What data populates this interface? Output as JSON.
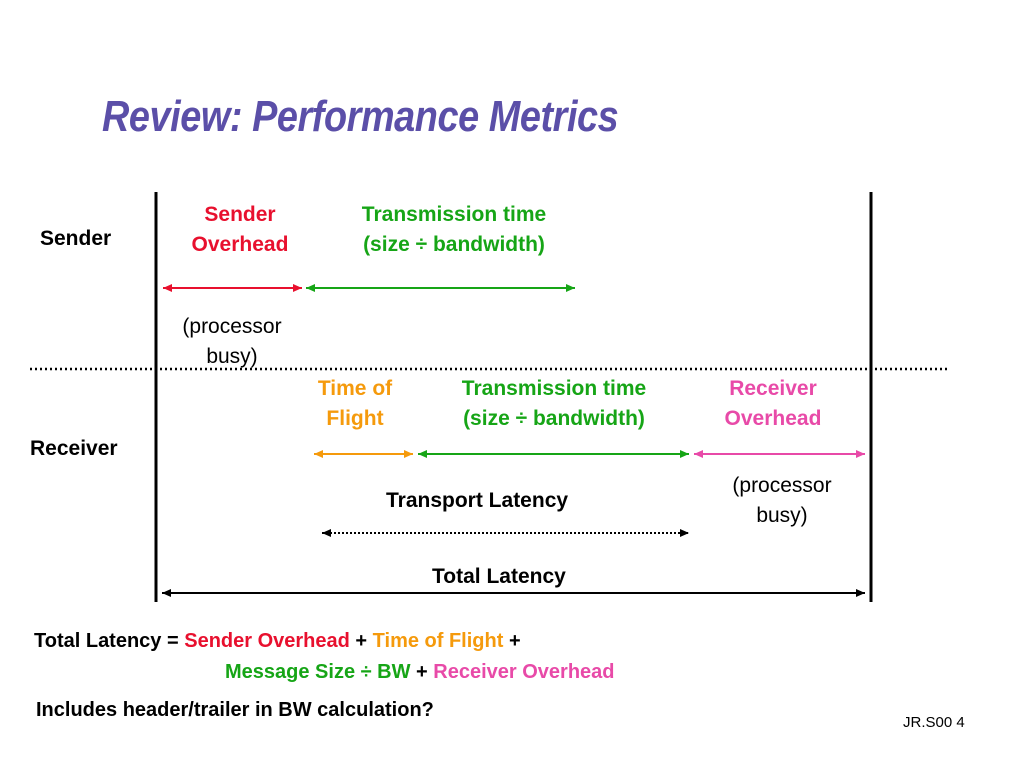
{
  "title": "Review: Performance Metrics",
  "rows": {
    "sender": "Sender",
    "receiver": "Receiver"
  },
  "sender_overhead": {
    "line1": "Sender",
    "line2": "Overhead"
  },
  "sender_tx": {
    "line1": "Transmission time",
    "line2": "(size ÷ bandwidth)"
  },
  "sender_busy": {
    "line1": "(processor",
    "line2": "busy)"
  },
  "time_of_flight": {
    "line1": "Time of",
    "line2": "Flight"
  },
  "receiver_tx": {
    "line1": "Transmission time",
    "line2": "(size ÷ bandwidth)"
  },
  "receiver_overhead": {
    "line1": "Receiver",
    "line2": "Overhead"
  },
  "receiver_busy": {
    "line1": "(processor",
    "line2": "busy)"
  },
  "transport_latency": "Transport Latency",
  "total_latency": "Total Latency",
  "formula": {
    "lhs": "Total Latency = ",
    "t1": "Sender Overhead",
    "plus1": " + ",
    "t2": "Time of Flight",
    "plus2": " +",
    "t3": "Message Size ÷ BW",
    "plus3": " + ",
    "t4": "Receiver Overhead"
  },
  "question": "Includes header/trailer in BW calculation?",
  "footer": "JR.S00 4",
  "colors": {
    "title": "#5b4fa8",
    "red": "#e8102e",
    "green": "#16a516",
    "orange": "#f59a0c",
    "pink": "#e84aa8"
  }
}
